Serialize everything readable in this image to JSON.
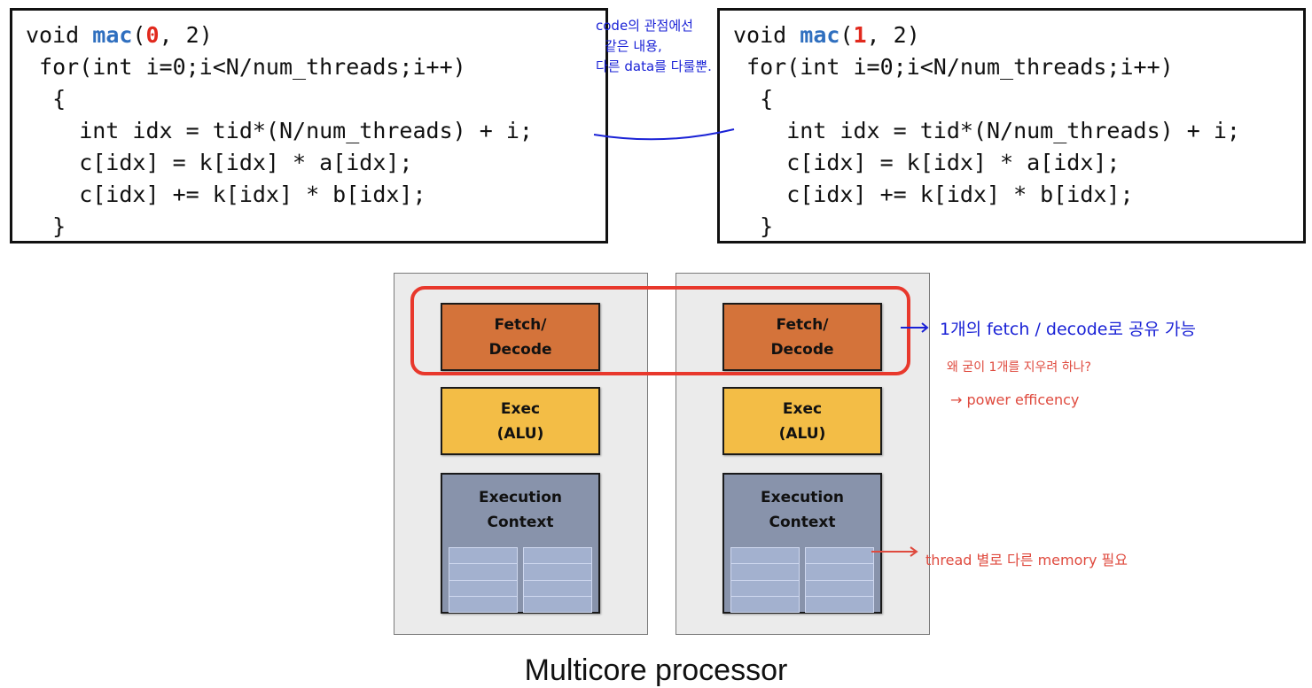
{
  "code_blocks": [
    {
      "signature": {
        "prefix": "void ",
        "fn": "mac",
        "open": "(",
        "arg": "0",
        "rest": ", 2)"
      },
      "lines": [
        " for(int i=0;i<N/num_threads;i++)",
        "  {",
        "    int idx = tid*(N/num_threads) + i;",
        "    c[idx] = k[idx] * a[idx];",
        "    c[idx] += k[idx] * b[idx];",
        "  }"
      ]
    },
    {
      "signature": {
        "prefix": "void ",
        "fn": "mac",
        "open": "(",
        "arg": "1",
        "rest": ", 2)"
      },
      "lines": [
        " for(int i=0;i<N/num_threads;i++)",
        "  {",
        "    int idx = tid*(N/num_threads) + i;",
        "    c[idx] = k[idx] * a[idx];",
        "    c[idx] += k[idx] * b[idx];",
        "  }"
      ]
    }
  ],
  "cores": [
    {
      "fetch_line1": "Fetch/",
      "fetch_line2": "Decode",
      "exec_line1": "Exec",
      "exec_line2": "(ALU)",
      "ctx_line1": "Execution",
      "ctx_line2": "Context"
    },
    {
      "fetch_line1": "Fetch/",
      "fetch_line2": "Decode",
      "exec_line1": "Exec",
      "exec_line2": "(ALU)",
      "ctx_line1": "Execution",
      "ctx_line2": "Context"
    }
  ],
  "annotations": {
    "code_note": [
      "code의 관점에선",
      "같은 내용,",
      "다른 data를 다룰뿐."
    ],
    "fetch_note": "1개의 fetch / decode로 공유 가능",
    "why_note": "왜 굳이 1개를 지우려 하나?",
    "power_note": "→ power efficency",
    "memory_note": "thread 별로 다른 memory 필요"
  },
  "colors": {
    "fetch": "#d4733a",
    "exec": "#f3bd46",
    "context": "#8893ab",
    "highlight": "#e8382c",
    "note_blue": "#1a22d6",
    "note_red": "#df4a3e"
  },
  "caption": "Multicore processor"
}
